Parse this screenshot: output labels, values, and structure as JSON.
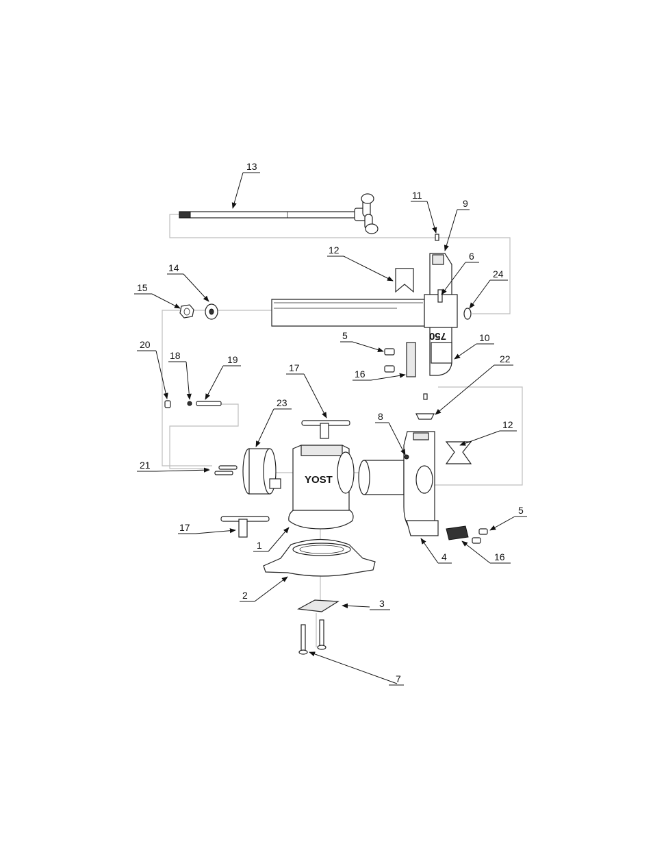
{
  "brand_text": "YOST",
  "jaw_text": "750",
  "callouts": [
    {
      "label": "13"
    },
    {
      "label": "11"
    },
    {
      "label": "9"
    },
    {
      "label": "12"
    },
    {
      "label": "6"
    },
    {
      "label": "14"
    },
    {
      "label": "15"
    },
    {
      "label": "24"
    },
    {
      "label": "5"
    },
    {
      "label": "10"
    },
    {
      "label": "16"
    },
    {
      "label": "20"
    },
    {
      "label": "18"
    },
    {
      "label": "19"
    },
    {
      "label": "17"
    },
    {
      "label": "22"
    },
    {
      "label": "8"
    },
    {
      "label": "12"
    },
    {
      "label": "23"
    },
    {
      "label": "21"
    },
    {
      "label": "17"
    },
    {
      "label": "5"
    },
    {
      "label": "1"
    },
    {
      "label": "4"
    },
    {
      "label": "16"
    },
    {
      "label": "2"
    },
    {
      "label": "3"
    },
    {
      "label": "7"
    }
  ]
}
